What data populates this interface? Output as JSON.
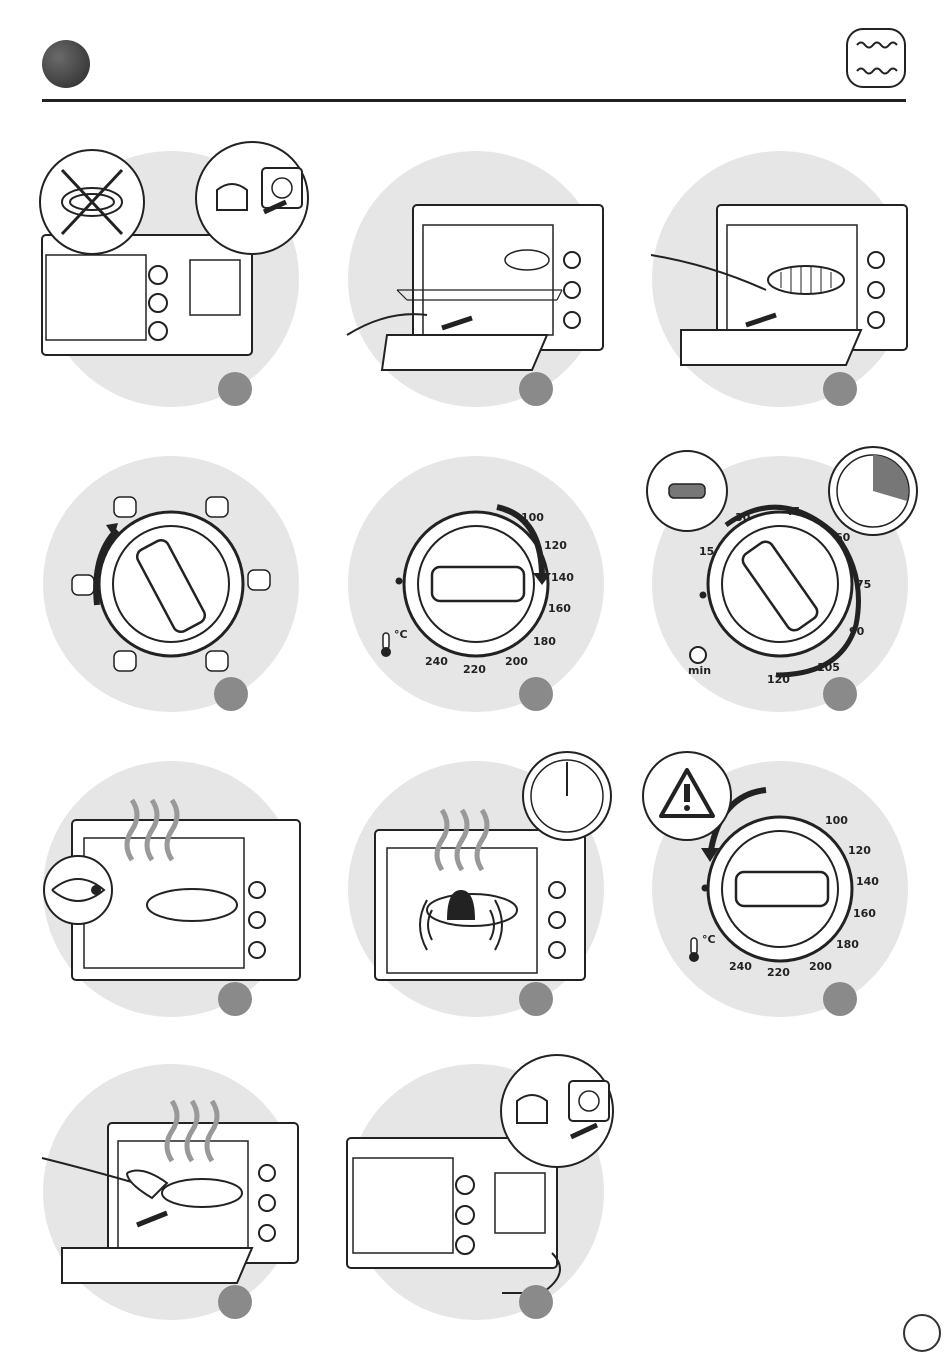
{
  "steps": [
    {
      "id": 1,
      "icon": "plug-in"
    },
    {
      "id": 2,
      "icon": "insert-rack"
    },
    {
      "id": 3,
      "icon": "insert-dish"
    },
    {
      "id": 4,
      "icon": "function-selector"
    },
    {
      "id": 5,
      "icon": "temperature-selector"
    },
    {
      "id": 6,
      "icon": "timer-selector"
    },
    {
      "id": 7,
      "icon": "watch-cooking"
    },
    {
      "id": 8,
      "icon": "bell-end"
    },
    {
      "id": 9,
      "icon": "turn-off"
    },
    {
      "id": 10,
      "icon": "remove-dish"
    },
    {
      "id": 11,
      "icon": "unplug"
    }
  ],
  "temperature_dial": {
    "ticks": [
      "100",
      "120",
      "140",
      "160",
      "180",
      "200",
      "220",
      "240"
    ],
    "unit": "°C"
  },
  "timer_dial": {
    "ticks": [
      "15",
      "30",
      "45",
      "60",
      "75",
      "90",
      "105",
      "120"
    ],
    "unit": "min"
  },
  "colors": {
    "panel_bg": "#e6e6e6",
    "step_badge": "#8a8a8a",
    "ink": "#222222"
  }
}
